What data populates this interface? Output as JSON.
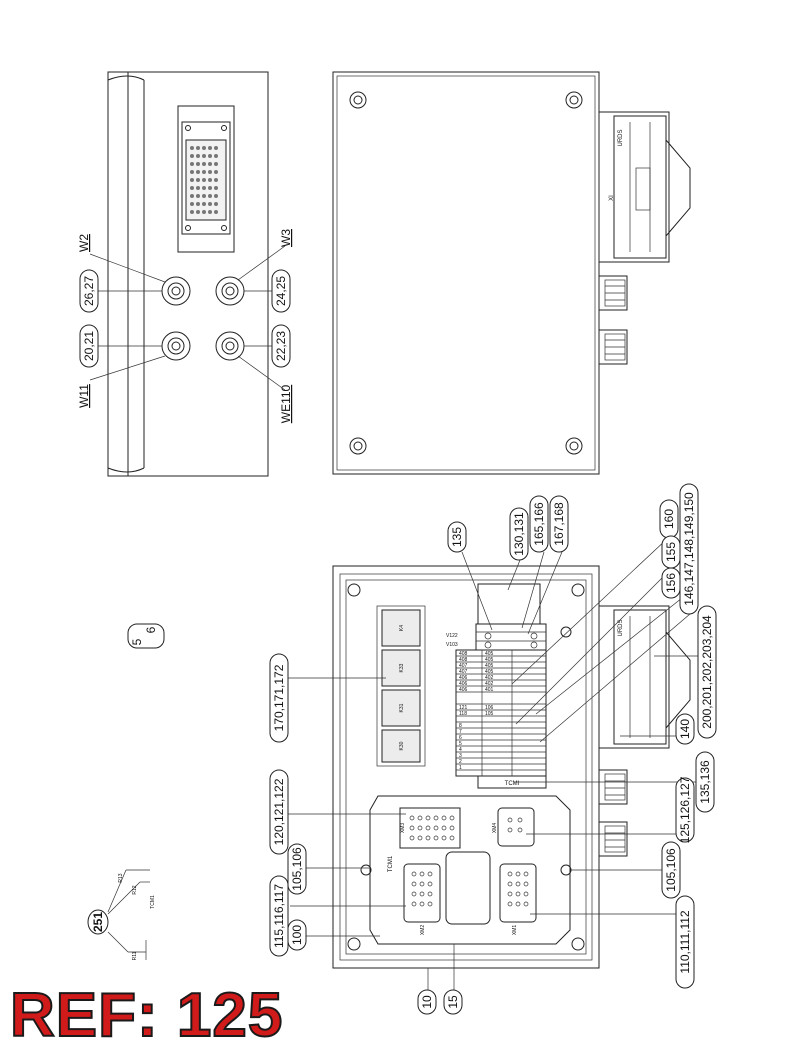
{
  "top_view": {
    "wire_labels": [
      "W2",
      "W3",
      "W11",
      "WE110"
    ],
    "callouts": [
      "26,27",
      "24,25",
      "20,21",
      "22,23"
    ]
  },
  "box_view": {
    "connector_label": "URDS",
    "x_label": "XI"
  },
  "open_view": {
    "callouts": [
      "135",
      "130,131",
      "165,166",
      "167,168",
      "160",
      "155",
      "156",
      "146,147,148,149,150",
      "200,201,202,203,204",
      "140",
      "135,136",
      "125,126,127",
      "105,106",
      "110,111,112",
      "170,171,172",
      "120,121,122",
      "105,106",
      "115,116,117",
      "100",
      "10",
      "15",
      "5",
      "6"
    ],
    "relays": [
      "K4",
      "K33",
      "K31",
      "K30"
    ],
    "diodes": [
      "V122",
      "V103"
    ],
    "terminal_rows": [
      [
        "408",
        "405"
      ],
      [
        "408",
        "405"
      ],
      [
        "407",
        "405"
      ],
      [
        "407",
        "405"
      ],
      [
        "406",
        "402"
      ],
      [
        "406",
        "402"
      ],
      [
        "406",
        "401"
      ],
      [
        "121",
        "106"
      ],
      [
        "118",
        "105"
      ]
    ],
    "terminal_numbers": [
      "8",
      "7",
      "6",
      "5",
      "4",
      "3",
      "2",
      "1"
    ],
    "terminal_block_label": "TCMI",
    "module_label": "TCM1",
    "connectors": [
      "XM3",
      "XM4",
      "XM2",
      "XM1"
    ],
    "urds_label": "URDS"
  },
  "schematic": {
    "callout": "251",
    "labels": [
      "R13",
      "R12",
      "R11",
      "TCM1"
    ]
  },
  "stamp": {
    "text": "REF: 125"
  }
}
